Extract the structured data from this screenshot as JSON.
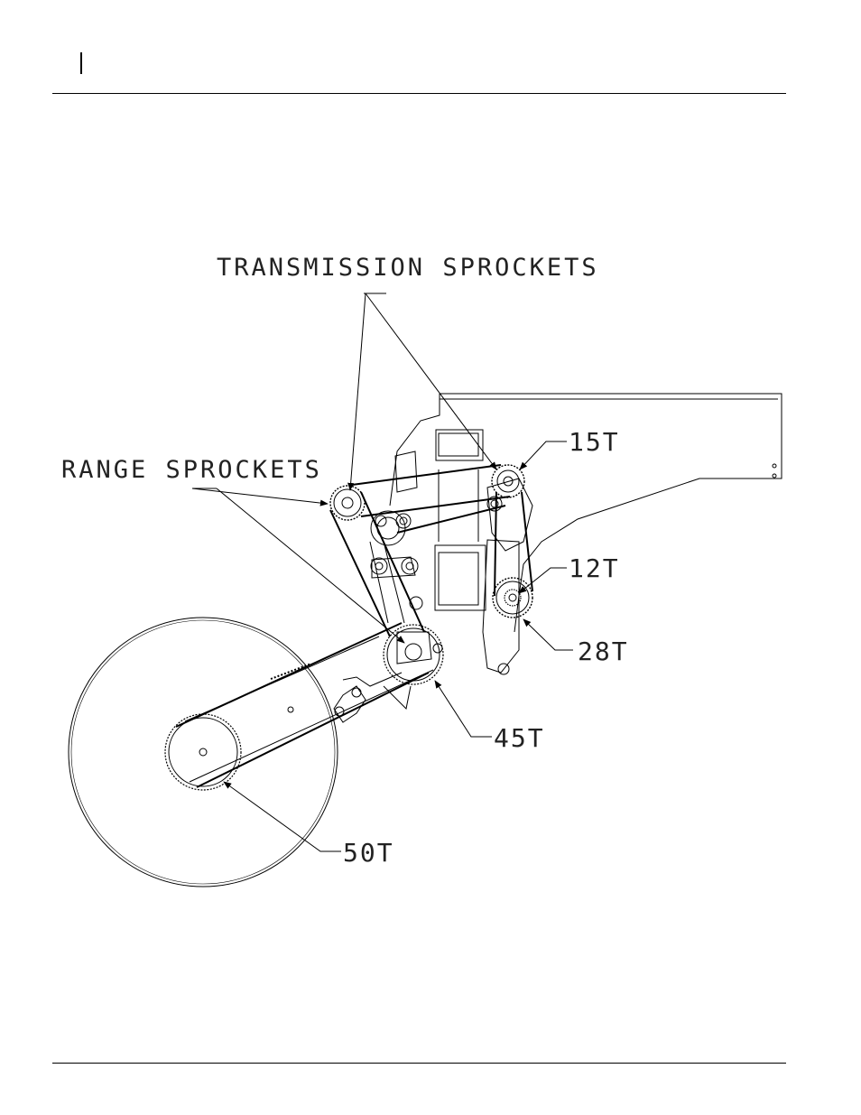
{
  "diagram": {
    "labels": {
      "transmission_sprockets": "TRANSMISSION SPROCKETS",
      "range_sprockets": "RANGE SPROCKETS",
      "t15": "15T",
      "t12": "12T",
      "t28": "28T",
      "t45": "45T",
      "t50": "50T"
    },
    "colors": {
      "line": "#000000",
      "text": "#222222"
    }
  }
}
